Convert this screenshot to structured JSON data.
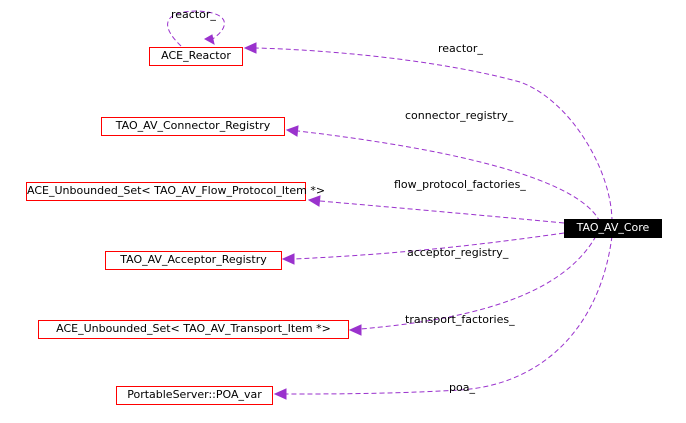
{
  "focus_class": "TAO_AV_Core",
  "nodes": {
    "ace_reactor": "ACE_Reactor",
    "connector_registry": "TAO_AV_Connector_Registry",
    "flow_protocol_set": "ACE_Unbounded_Set< TAO_AV_Flow_Protocol_Item *>",
    "acceptor_registry": "TAO_AV_Acceptor_Registry",
    "transport_set": "ACE_Unbounded_Set< TAO_AV_Transport_Item *>",
    "poa_var": "PortableServer::POA_var"
  },
  "edge_labels": {
    "reactor_self": "reactor_",
    "reactor": "reactor_",
    "connector_registry": "connector_registry_",
    "flow_protocol_factories": "flow_protocol_factories_",
    "acceptor_registry": "acceptor_registry_",
    "transport_factories": "transport_factories_",
    "poa": "poa_"
  },
  "colors": {
    "edge": "#9a32cd",
    "node_border": "#ff0000",
    "focus_background": "#000000",
    "focus_text": "#ffffff"
  }
}
